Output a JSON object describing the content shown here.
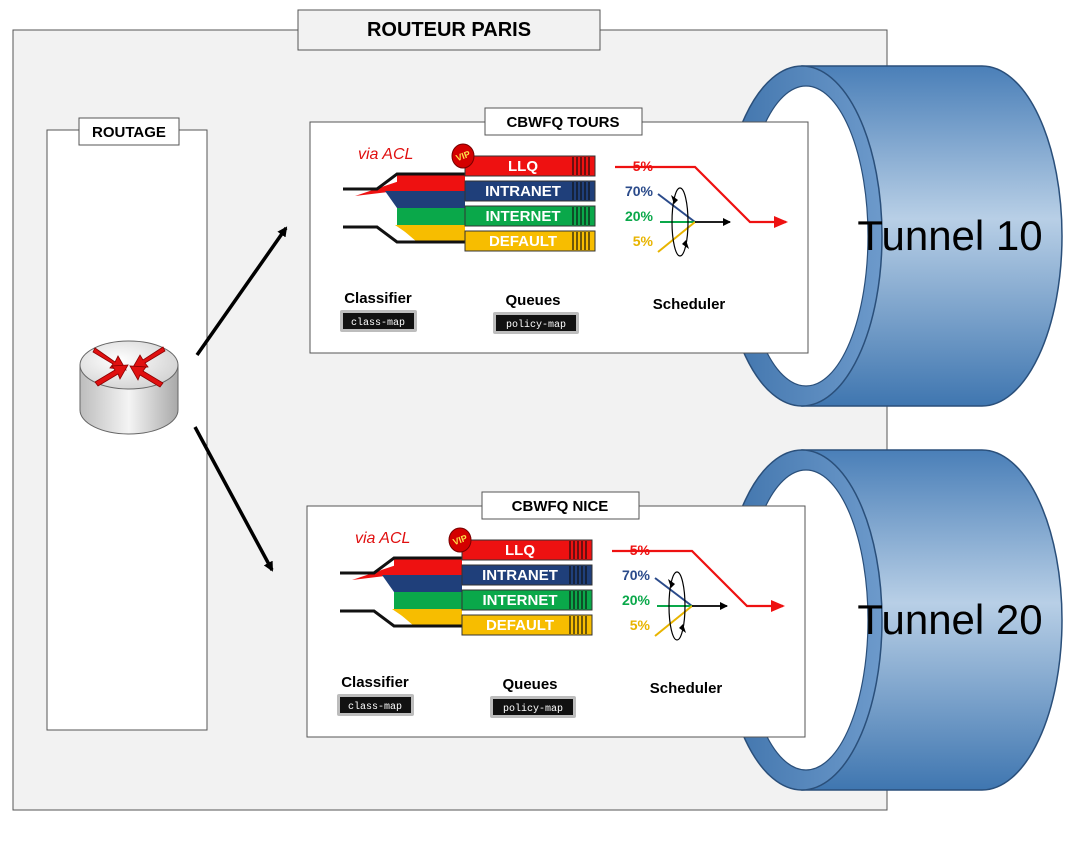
{
  "router": {
    "title": "ROUTEUR PARIS"
  },
  "routing": {
    "title": "ROUTAGE"
  },
  "classifier_tag": "via ACL",
  "vip_badge": "VIP",
  "cbwfq": [
    {
      "title": "CBWFQ TOURS",
      "queues": [
        {
          "name": "LLQ",
          "percent": "5%",
          "color": "#ee1111",
          "text_color": "#ee1111"
        },
        {
          "name": "INTRANET",
          "percent": "70%",
          "color": "#1f3f7a",
          "text_color": "#2a4a8a"
        },
        {
          "name": "INTERNET",
          "percent": "20%",
          "color": "#0aa84a",
          "text_color": "#0aa84a"
        },
        {
          "name": "DEFAULT",
          "percent": "5%",
          "color": "#f7bd00",
          "text_color": "#e8b400"
        }
      ],
      "classifier_label": "Classifier",
      "classifier_cmd": "class-map",
      "queues_label": "Queues",
      "queues_cmd": "policy-map",
      "scheduler_label": "Scheduler"
    },
    {
      "title": "CBWFQ NICE",
      "queues": [
        {
          "name": "LLQ",
          "percent": "5%",
          "color": "#ee1111",
          "text_color": "#ee1111"
        },
        {
          "name": "INTRANET",
          "percent": "70%",
          "color": "#1f3f7a",
          "text_color": "#2a4a8a"
        },
        {
          "name": "INTERNET",
          "percent": "20%",
          "color": "#0aa84a",
          "text_color": "#0aa84a"
        },
        {
          "name": "DEFAULT",
          "percent": "5%",
          "color": "#f7bd00",
          "text_color": "#e8b400"
        }
      ],
      "classifier_label": "Classifier",
      "classifier_cmd": "class-map",
      "queues_label": "Queues",
      "queues_cmd": "policy-map",
      "scheduler_label": "Scheduler"
    }
  ],
  "tunnels": [
    {
      "name": "Tunnel 10"
    },
    {
      "name": "Tunnel 20"
    }
  ],
  "colors": {
    "tunnel_fill": "#5b8fc4",
    "tunnel_light": "#b9d0e8",
    "router_panel": "#f2f2f2",
    "accent_red": "#ee1111"
  }
}
